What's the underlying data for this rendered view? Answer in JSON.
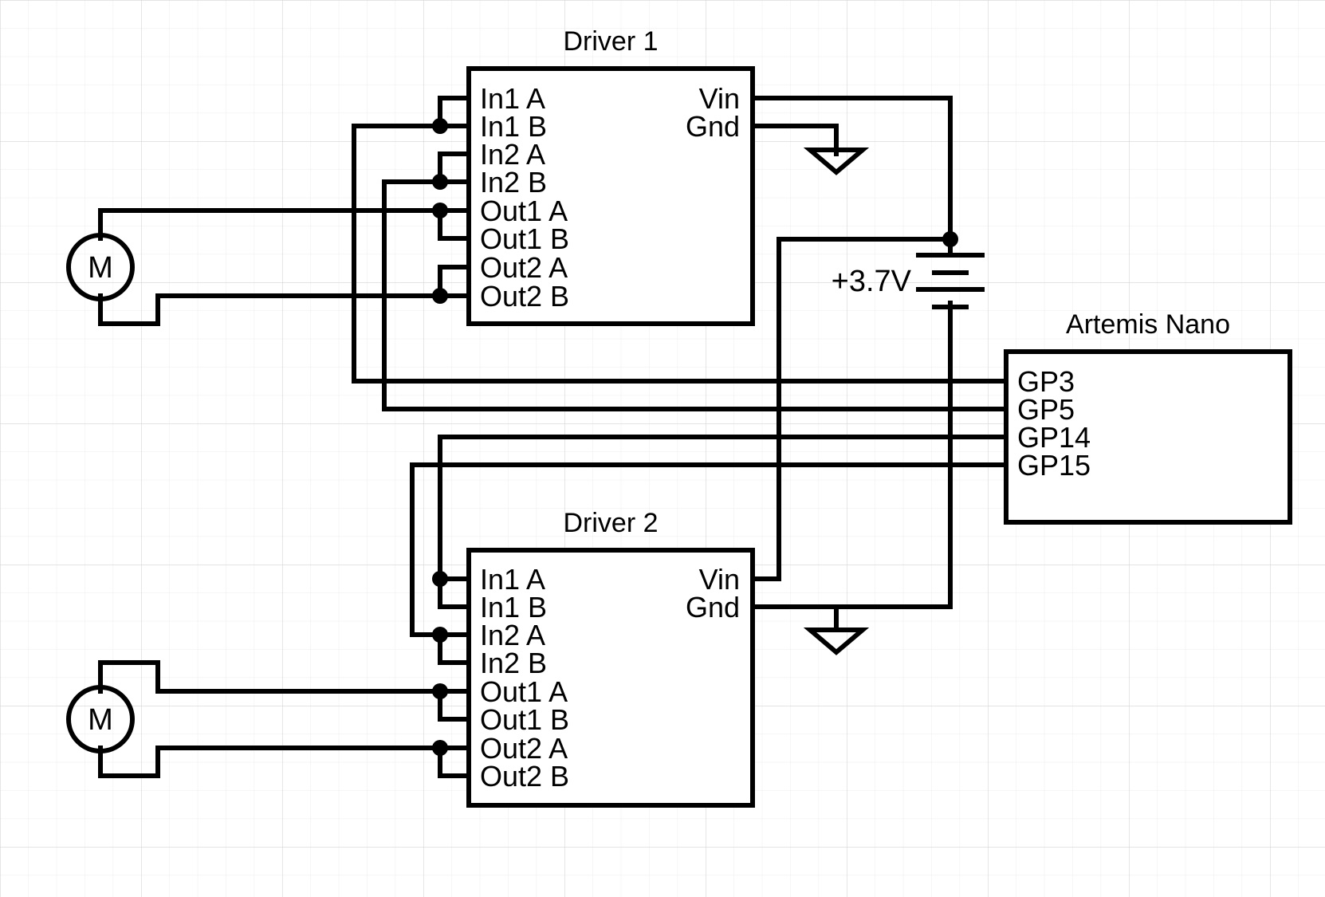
{
  "diagram": {
    "colors": {
      "background": "#ffffff",
      "grid_minor": "#ececec",
      "grid_major": "#d4d4d4",
      "ink": "#000000"
    },
    "driver1": {
      "title": "Driver 1",
      "left_pins": [
        "In1 A",
        "In1 B",
        "In2 A",
        "In2 B",
        "Out1 A",
        "Out1 B",
        "Out2 A",
        "Out2 B"
      ],
      "right_pins": [
        "Vin",
        "Gnd"
      ]
    },
    "driver2": {
      "title": "Driver 2",
      "left_pins": [
        "In1 A",
        "In1 B",
        "In2 A",
        "In2 B",
        "Out1 A",
        "Out1 B",
        "Out2 A",
        "Out2 B"
      ],
      "right_pins": [
        "Vin",
        "Gnd"
      ]
    },
    "artemis": {
      "title": "Artemis Nano",
      "pins": [
        "GP3",
        "GP5",
        "GP14",
        "GP15"
      ]
    },
    "battery": {
      "label": "+3.7V"
    },
    "motor1": {
      "label": "M",
      "icon": "motor-icon"
    },
    "motor2": {
      "label": "M",
      "icon": "motor-icon"
    },
    "ground1": {
      "icon": "ground-icon"
    },
    "ground2": {
      "icon": "ground-icon"
    }
  }
}
